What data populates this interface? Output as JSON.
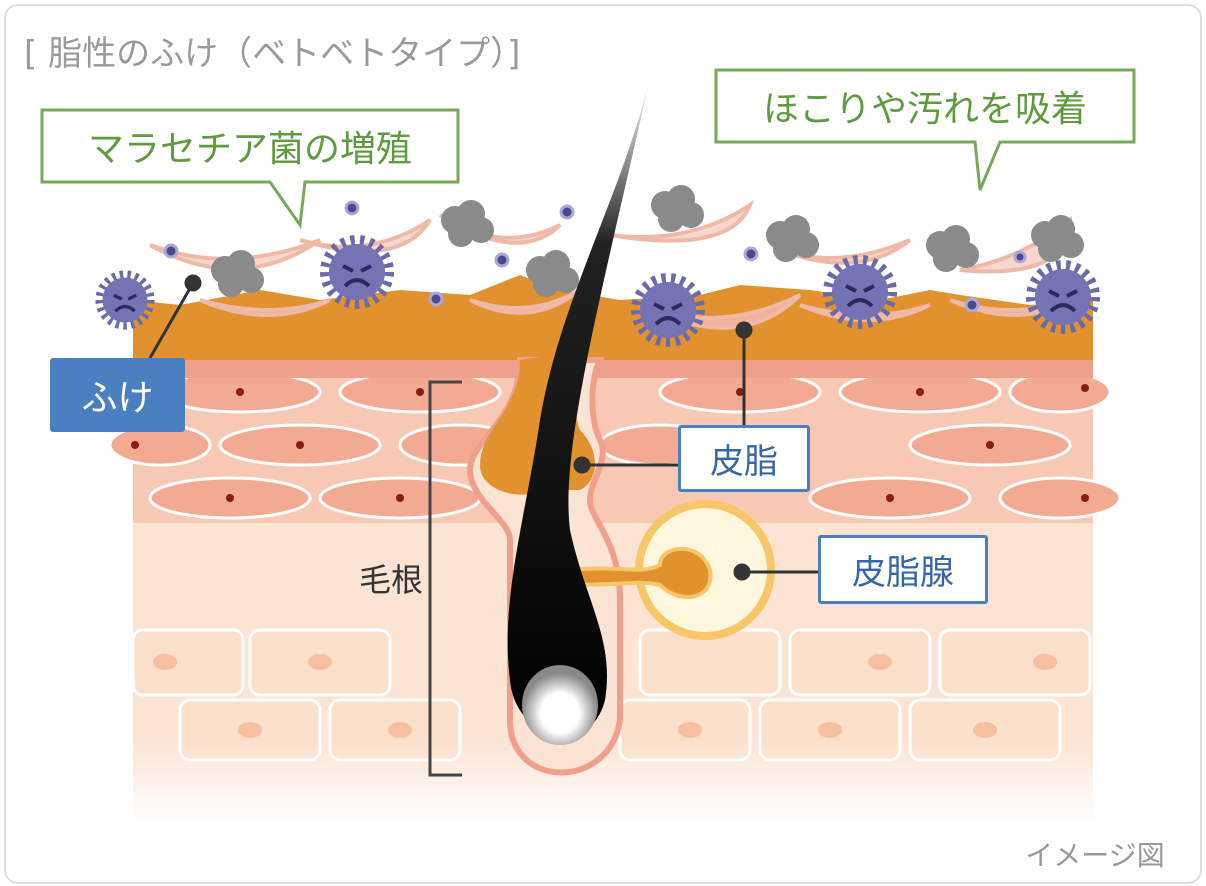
{
  "title": "[ 脂性のふけ（ベトベトタイプ）]",
  "callouts": {
    "malassezia": "マラセチア菌の増殖",
    "dust": "ほこりや汚れを吸着"
  },
  "labels": {
    "dandruff": "ふけ",
    "sebum": "皮脂",
    "sebaceous_gland": "皮脂腺",
    "hair_root": "毛根"
  },
  "caption": "イメージ図",
  "colors": {
    "callout_green": "#78a858",
    "label_blue": "#4a7fc2",
    "sebum_orange": "#e1922f",
    "bacteria_purple": "#6b6aa9"
  }
}
